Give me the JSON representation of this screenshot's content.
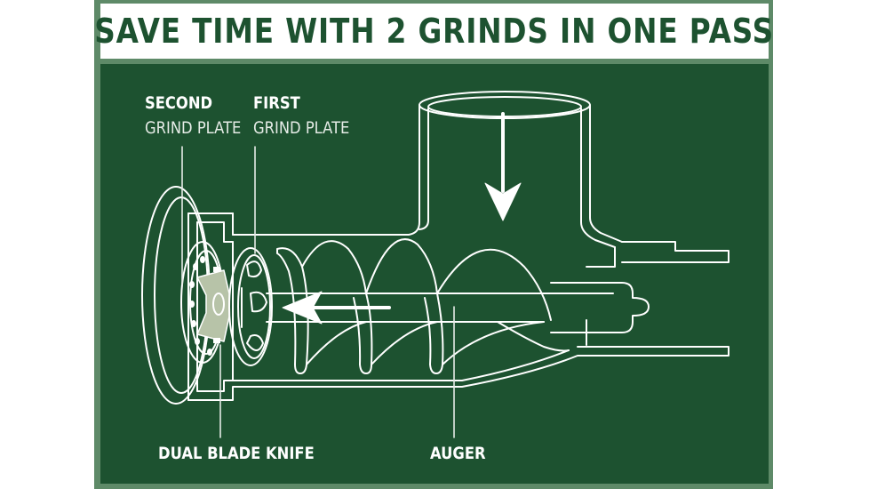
{
  "title": "SAVE TIME WITH 2 GRINDS IN ONE PASS",
  "labels": {
    "second_grind_plate": {
      "line1": "SECOND",
      "line2": "GRIND PLATE"
    },
    "first_grind_plate": {
      "line1": "FIRST",
      "line2": "GRIND PLATE"
    },
    "dual_blade_knife": "DUAL BLADE KNIFE",
    "auger": "AUGER"
  },
  "colors": {
    "panel_green": "#1d5230",
    "frame_green": "#5e8a68",
    "line_color": "#ffffff",
    "knife_fill": "#b7c3a8"
  },
  "icons": [
    "down-arrow-icon",
    "left-arrow-icon"
  ]
}
